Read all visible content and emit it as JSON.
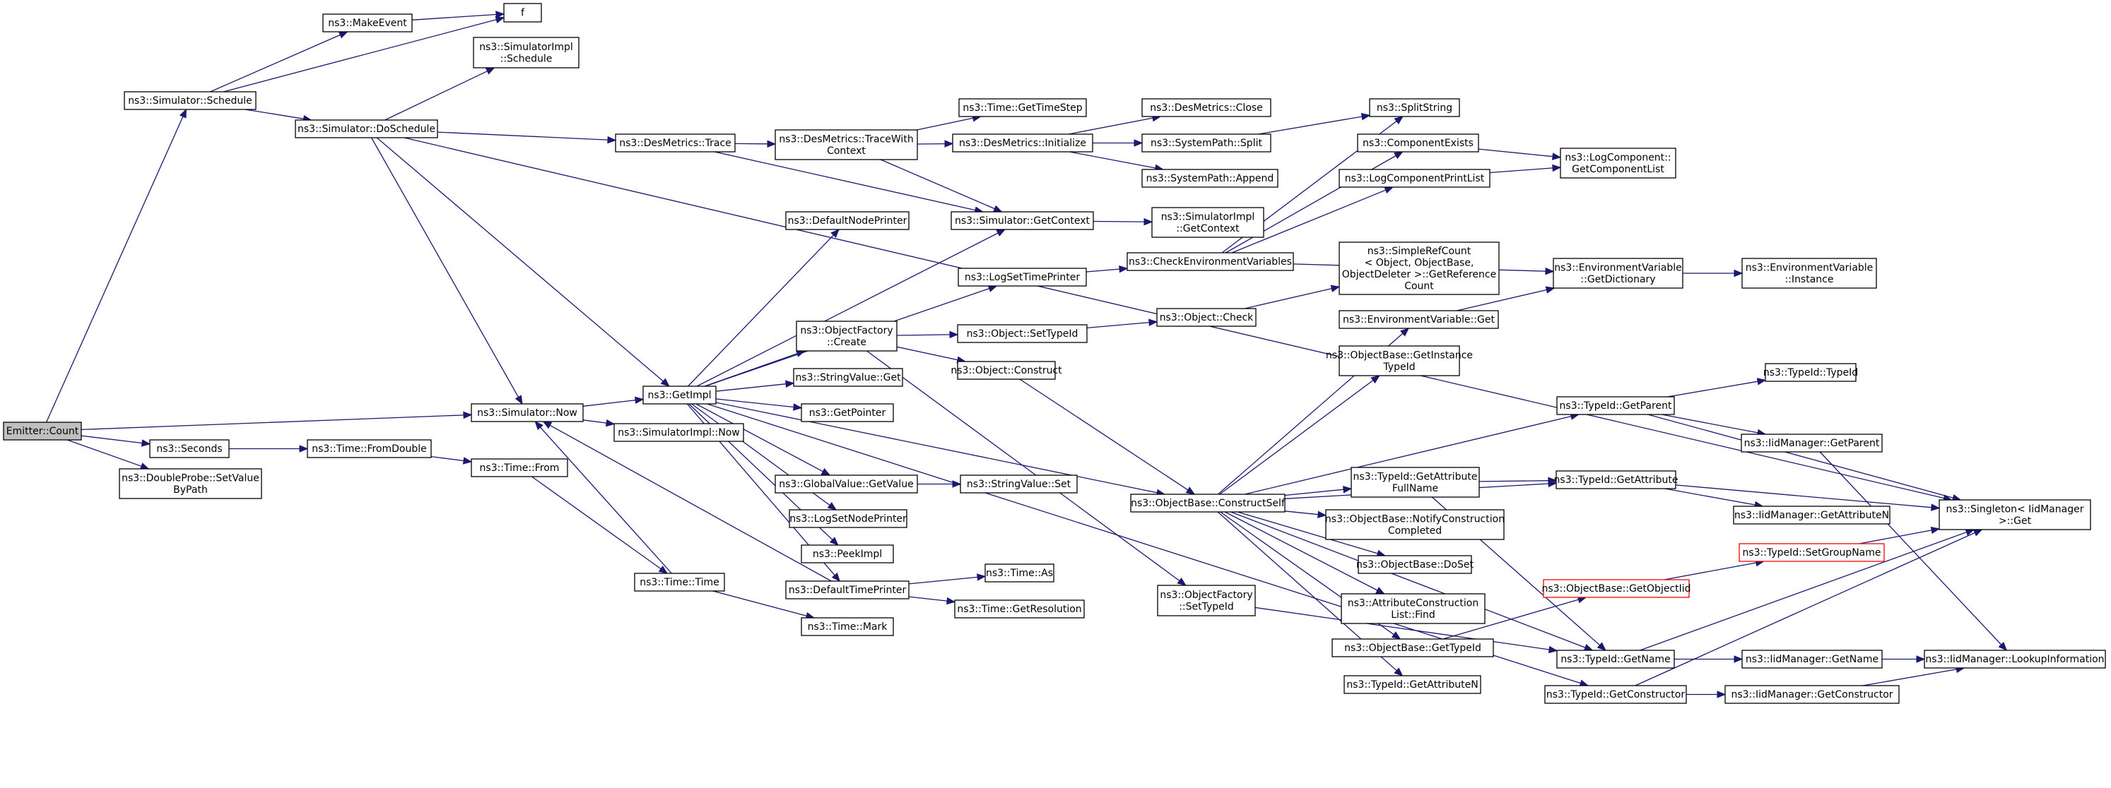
{
  "colors": {
    "edge": "#191970",
    "border": "#000000",
    "root_fill": "#bfbfbf",
    "highlight_border": "#ff0000"
  },
  "nodes": [
    {
      "id": "emitter_count",
      "lines": [
        "Emitter::Count"
      ],
      "style": "root"
    },
    {
      "id": "sim_schedule",
      "lines": [
        "ns3::Simulator::Schedule"
      ]
    },
    {
      "id": "make_event",
      "lines": [
        "ns3::MakeEvent"
      ]
    },
    {
      "id": "f",
      "lines": [
        "f"
      ]
    },
    {
      "id": "simimpl_schedule",
      "lines": [
        "ns3::SimulatorImpl",
        "::Schedule"
      ]
    },
    {
      "id": "sim_doschedule",
      "lines": [
        "ns3::Simulator::DoSchedule"
      ]
    },
    {
      "id": "desmetrics_trace",
      "lines": [
        "ns3::DesMetrics::Trace"
      ]
    },
    {
      "id": "desmetrics_tracewithcontext",
      "lines": [
        "ns3::DesMetrics::TraceWith",
        "Context"
      ]
    },
    {
      "id": "time_gettimestep",
      "lines": [
        "ns3::Time::GetTimeStep"
      ]
    },
    {
      "id": "desmetrics_initialize",
      "lines": [
        "ns3::DesMetrics::Initialize"
      ]
    },
    {
      "id": "desmetrics_close",
      "lines": [
        "ns3::DesMetrics::Close"
      ]
    },
    {
      "id": "systempath_split",
      "lines": [
        "ns3::SystemPath::Split"
      ]
    },
    {
      "id": "systempath_append",
      "lines": [
        "ns3::SystemPath::Append"
      ]
    },
    {
      "id": "splitstring",
      "lines": [
        "ns3::SplitString"
      ]
    },
    {
      "id": "componentexists",
      "lines": [
        "ns3::ComponentExists"
      ]
    },
    {
      "id": "logcomponentprintlist",
      "lines": [
        "ns3::LogComponentPrintList"
      ]
    },
    {
      "id": "logcomponent_getcomponentlist",
      "lines": [
        "ns3::LogComponent::",
        "GetComponentList"
      ]
    },
    {
      "id": "defaultnodeprinter",
      "lines": [
        "ns3::DefaultNodePrinter"
      ]
    },
    {
      "id": "sim_getcontext",
      "lines": [
        "ns3::Simulator::GetContext"
      ]
    },
    {
      "id": "simimpl_getcontext",
      "lines": [
        "ns3::SimulatorImpl",
        "::GetContext"
      ]
    },
    {
      "id": "checkenvvars",
      "lines": [
        "ns3::CheckEnvironmentVariables"
      ]
    },
    {
      "id": "logsettimeprinter",
      "lines": [
        "ns3::LogSetTimePrinter"
      ]
    },
    {
      "id": "simplerefcount",
      "lines": [
        "ns3::SimpleRefCount",
        "< Object, ObjectBase,",
        "ObjectDeleter >::GetReference",
        "Count"
      ]
    },
    {
      "id": "envvar_getdictionary",
      "lines": [
        "ns3::EnvironmentVariable",
        "::GetDictionary"
      ]
    },
    {
      "id": "envvar_instance",
      "lines": [
        "ns3::EnvironmentVariable",
        "::Instance"
      ]
    },
    {
      "id": "objectfactory_create",
      "lines": [
        "ns3::ObjectFactory",
        "::Create"
      ]
    },
    {
      "id": "object_settypeid",
      "lines": [
        "ns3::Object::SetTypeId"
      ]
    },
    {
      "id": "object_check",
      "lines": [
        "ns3::Object::Check"
      ]
    },
    {
      "id": "envvar_get",
      "lines": [
        "ns3::EnvironmentVariable::Get"
      ]
    },
    {
      "id": "object_construct",
      "lines": [
        "ns3::Object::Construct"
      ]
    },
    {
      "id": "objectbase_getinstancetypeid",
      "lines": [
        "ns3::ObjectBase::GetInstance",
        "TypeId"
      ]
    },
    {
      "id": "typeid_typeid",
      "lines": [
        "ns3::TypeId::TypeId"
      ]
    },
    {
      "id": "sim_now",
      "lines": [
        "ns3::Simulator::Now"
      ]
    },
    {
      "id": "getimpl",
      "lines": [
        "ns3::GetImpl"
      ]
    },
    {
      "id": "stringvalue_get",
      "lines": [
        "ns3::StringValue::Get"
      ]
    },
    {
      "id": "getpointer",
      "lines": [
        "ns3::GetPointer"
      ]
    },
    {
      "id": "typeid_getparent",
      "lines": [
        "ns3::TypeId::GetParent"
      ]
    },
    {
      "id": "iidmanager_getparent",
      "lines": [
        "ns3::IidManager::GetParent"
      ]
    },
    {
      "id": "seconds",
      "lines": [
        "ns3::Seconds"
      ]
    },
    {
      "id": "time_fromdouble",
      "lines": [
        "ns3::Time::FromDouble"
      ]
    },
    {
      "id": "simimpl_now",
      "lines": [
        "ns3::SimulatorImpl::Now"
      ]
    },
    {
      "id": "doubleprobe",
      "lines": [
        "ns3::DoubleProbe::SetValue",
        "ByPath"
      ]
    },
    {
      "id": "time_from",
      "lines": [
        "ns3::Time::From"
      ]
    },
    {
      "id": "globalvalue_getvalue",
      "lines": [
        "ns3::GlobalValue::GetValue"
      ]
    },
    {
      "id": "stringvalue_set",
      "lines": [
        "ns3::StringValue::Set"
      ]
    },
    {
      "id": "objectbase_constructself",
      "lines": [
        "ns3::ObjectBase::ConstructSelf"
      ]
    },
    {
      "id": "typeid_getattributefullname",
      "lines": [
        "ns3::TypeId::GetAttribute",
        "FullName"
      ]
    },
    {
      "id": "typeid_getattribute",
      "lines": [
        "ns3::TypeId::GetAttribute"
      ]
    },
    {
      "id": "singleton_get",
      "lines": [
        "ns3::Singleton< IidManager",
        ">::Get"
      ]
    },
    {
      "id": "logsetnodeprinter",
      "lines": [
        "ns3::LogSetNodePrinter"
      ]
    },
    {
      "id": "objectbase_notifyconstructioncompleted",
      "lines": [
        "ns3::ObjectBase::NotifyConstruction",
        "Completed"
      ]
    },
    {
      "id": "iidmanager_getattributen",
      "lines": [
        "ns3::IidManager::GetAttributeN"
      ]
    },
    {
      "id": "typeid_setgroupname",
      "lines": [
        "ns3::TypeId::SetGroupName"
      ],
      "style": "red"
    },
    {
      "id": "peekimpl",
      "lines": [
        "ns3::PeekImpl"
      ]
    },
    {
      "id": "objectbase_doset",
      "lines": [
        "ns3::ObjectBase::DoSet"
      ]
    },
    {
      "id": "time_as",
      "lines": [
        "ns3::Time::As"
      ]
    },
    {
      "id": "time_time",
      "lines": [
        "ns3::Time::Time"
      ]
    },
    {
      "id": "defaulttimeprinter",
      "lines": [
        "ns3::DefaultTimePrinter"
      ]
    },
    {
      "id": "objectbase_getobjectiid",
      "lines": [
        "ns3::ObjectBase::GetObjectIid"
      ],
      "style": "red"
    },
    {
      "id": "objectfactory_settypeid",
      "lines": [
        "ns3::ObjectFactory",
        "::SetTypeId"
      ]
    },
    {
      "id": "attributeconstructionlist_find",
      "lines": [
        "ns3::AttributeConstruction",
        "List::Find"
      ]
    },
    {
      "id": "time_getresolution",
      "lines": [
        "ns3::Time::GetResolution"
      ]
    },
    {
      "id": "time_mark",
      "lines": [
        "ns3::Time::Mark"
      ]
    },
    {
      "id": "objectbase_gettypeid",
      "lines": [
        "ns3::ObjectBase::GetTypeId"
      ]
    },
    {
      "id": "typeid_getname",
      "lines": [
        "ns3::TypeId::GetName"
      ]
    },
    {
      "id": "iidmanager_getname",
      "lines": [
        "ns3::IidManager::GetName"
      ]
    },
    {
      "id": "iidmanager_lookupinformation",
      "lines": [
        "ns3::IidManager::LookupInformation"
      ]
    },
    {
      "id": "typeid_getattributen",
      "lines": [
        "ns3::TypeId::GetAttributeN"
      ]
    },
    {
      "id": "typeid_getconstructor",
      "lines": [
        "ns3::TypeId::GetConstructor"
      ]
    },
    {
      "id": "iidmanager_getconstructor",
      "lines": [
        "ns3::IidManager::GetConstructor"
      ]
    }
  ],
  "edges": [
    [
      "emitter_count",
      "sim_schedule"
    ],
    [
      "emitter_count",
      "sim_now"
    ],
    [
      "emitter_count",
      "seconds"
    ],
    [
      "emitter_count",
      "doubleprobe"
    ],
    [
      "sim_schedule",
      "make_event"
    ],
    [
      "sim_schedule",
      "f"
    ],
    [
      "sim_schedule",
      "sim_doschedule"
    ],
    [
      "make_event",
      "f"
    ],
    [
      "sim_doschedule",
      "simimpl_schedule"
    ],
    [
      "sim_doschedule",
      "desmetrics_trace"
    ],
    [
      "sim_doschedule",
      "singleton_get"
    ],
    [
      "sim_doschedule",
      "sim_now"
    ],
    [
      "sim_doschedule",
      "getimpl"
    ],
    [
      "desmetrics_trace",
      "desmetrics_tracewithcontext"
    ],
    [
      "desmetrics_trace",
      "sim_getcontext"
    ],
    [
      "desmetrics_tracewithcontext",
      "time_gettimestep"
    ],
    [
      "desmetrics_tracewithcontext",
      "desmetrics_initialize"
    ],
    [
      "desmetrics_tracewithcontext",
      "sim_getcontext"
    ],
    [
      "desmetrics_initialize",
      "desmetrics_close"
    ],
    [
      "desmetrics_initialize",
      "systempath_split"
    ],
    [
      "desmetrics_initialize",
      "systempath_append"
    ],
    [
      "systempath_split",
      "splitstring"
    ],
    [
      "sim_getcontext",
      "simimpl_getcontext"
    ],
    [
      "componentexists",
      "logcomponent_getcomponentlist"
    ],
    [
      "logcomponentprintlist",
      "logcomponent_getcomponentlist"
    ],
    [
      "checkenvvars",
      "splitstring"
    ],
    [
      "checkenvvars",
      "componentexists"
    ],
    [
      "checkenvvars",
      "logcomponentprintlist"
    ],
    [
      "checkenvvars",
      "envvar_getdictionary"
    ],
    [
      "logsettimeprinter",
      "checkenvvars"
    ],
    [
      "envvar_getdictionary",
      "envvar_instance"
    ],
    [
      "envvar_get",
      "envvar_getdictionary"
    ],
    [
      "objectfactory_create",
      "object_settypeid"
    ],
    [
      "objectfactory_create",
      "object_construct"
    ],
    [
      "objectfactory_create",
      "objectfactory_settypeid"
    ],
    [
      "object_settypeid",
      "object_check"
    ],
    [
      "object_check",
      "simplerefcount"
    ],
    [
      "object_construct",
      "objectbase_constructself"
    ],
    [
      "sim_now",
      "getimpl"
    ],
    [
      "sim_now",
      "simimpl_now"
    ],
    [
      "getimpl",
      "defaultnodeprinter"
    ],
    [
      "getimpl",
      "sim_getcontext"
    ],
    [
      "getimpl",
      "logsettimeprinter"
    ],
    [
      "getimpl",
      "objectfactory_create"
    ],
    [
      "getimpl",
      "stringvalue_get"
    ],
    [
      "getimpl",
      "getpointer"
    ],
    [
      "getimpl",
      "globalvalue_getvalue"
    ],
    [
      "getimpl",
      "logsetnodeprinter"
    ],
    [
      "getimpl",
      "peekimpl"
    ],
    [
      "getimpl",
      "defaulttimeprinter"
    ],
    [
      "getimpl",
      "typeid_getconstructor"
    ],
    [
      "getimpl",
      "objectbase_constructself"
    ],
    [
      "globalvalue_getvalue",
      "stringvalue_set"
    ],
    [
      "seconds",
      "time_fromdouble"
    ],
    [
      "time_fromdouble",
      "time_from"
    ],
    [
      "time_from",
      "time_time"
    ],
    [
      "time_time",
      "time_mark"
    ],
    [
      "time_time",
      "sim_now"
    ],
    [
      "defaulttimeprinter",
      "time_as"
    ],
    [
      "defaulttimeprinter",
      "time_getresolution"
    ],
    [
      "defaulttimeprinter",
      "sim_now"
    ],
    [
      "objectbase_constructself",
      "envvar_get"
    ],
    [
      "objectbase_constructself",
      "objectbase_getinstancetypeid"
    ],
    [
      "objectbase_constructself",
      "typeid_getparent"
    ],
    [
      "objectbase_constructself",
      "typeid_getattribute"
    ],
    [
      "objectbase_constructself",
      "typeid_getattributefullname"
    ],
    [
      "objectbase_constructself",
      "objectbase_notifyconstructioncompleted"
    ],
    [
      "objectbase_constructself",
      "objectbase_doset"
    ],
    [
      "objectbase_constructself",
      "attributeconstructionlist_find"
    ],
    [
      "objectbase_constructself",
      "objectbase_gettypeid"
    ],
    [
      "objectbase_constructself",
      "typeid_getattributen"
    ],
    [
      "objectbase_constructself",
      "typeid_getname"
    ],
    [
      "typeid_getattributefullname",
      "typeid_getattribute"
    ],
    [
      "typeid_getattributefullname",
      "typeid_getname"
    ],
    [
      "typeid_getattribute",
      "iidmanager_getattributen"
    ],
    [
      "typeid_getattribute",
      "singleton_get"
    ],
    [
      "typeid_getparent",
      "typeid_typeid"
    ],
    [
      "typeid_getparent",
      "iidmanager_getparent"
    ],
    [
      "typeid_getparent",
      "singleton_get"
    ],
    [
      "iidmanager_getparent",
      "iidmanager_lookupinformation"
    ],
    [
      "typeid_setgroupname",
      "singleton_get"
    ],
    [
      "objectbase_getobjectiid",
      "typeid_setgroupname"
    ],
    [
      "objectbase_gettypeid",
      "objectbase_getobjectiid"
    ],
    [
      "objectfactory_settypeid",
      "typeid_getname"
    ],
    [
      "typeid_getname",
      "iidmanager_getname"
    ],
    [
      "typeid_getname",
      "singleton_get"
    ],
    [
      "iidmanager_getname",
      "iidmanager_lookupinformation"
    ],
    [
      "typeid_getconstructor",
      "iidmanager_getconstructor"
    ],
    [
      "typeid_getconstructor",
      "singleton_get"
    ],
    [
      "iidmanager_getconstructor",
      "iidmanager_lookupinformation"
    ]
  ]
}
